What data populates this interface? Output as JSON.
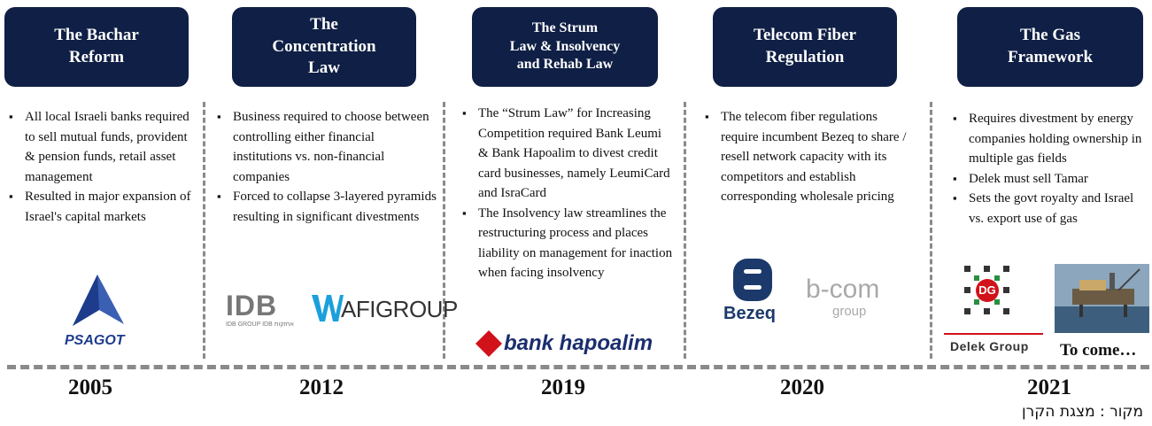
{
  "columns": [
    {
      "title": "The Bachar\nReform",
      "year": "2005",
      "bullets": [
        "All local Israeli banks required to sell mutual funds, provident & pension funds, retail asset management",
        "Resulted in major expansion of Israel's capital markets"
      ],
      "logos": [
        "PSAGOT"
      ]
    },
    {
      "title": "The\nConcentration\nLaw",
      "year": "2012",
      "bullets": [
        "Business required to choose between controlling either financial institutions vs. non-financial companies",
        "Forced to collapse 3-layered pyramids resulting in significant divestments"
      ],
      "logos": [
        "IDB",
        "IDB GROUP IDB אחזקות",
        "AFIGROUP"
      ]
    },
    {
      "title": "The Strum\nLaw & Insolvency\nand Rehab Law",
      "year": "2019",
      "bullets": [
        "The “Strum Law” for Increasing Competition required Bank Leumi & Bank Hapoalim to divest credit card businesses, namely LeumiCard and IsraCard",
        "The Insolvency law streamlines the restructuring process and places liability on management for inaction when facing insolvency"
      ],
      "logos": [
        "bank hapoalim"
      ]
    },
    {
      "title": "Telecom Fiber\nRegulation",
      "year": "2020",
      "bullets": [
        "The telecom fiber regulations require incumbent Bezeq to share / resell network capacity with its competitors and establish corresponding wholesale pricing"
      ],
      "logos": [
        "Bezeq",
        "b-com",
        "group"
      ]
    },
    {
      "title": "The Gas\nFramework",
      "year": "2021",
      "bullets": [
        "Requires divestment by energy companies holding ownership in multiple gas fields",
        "Delek must sell Tamar",
        "Sets the govt royalty and Israel vs. export use of gas"
      ],
      "logos": [
        "DG",
        "Delek Group"
      ],
      "note": "To come…"
    }
  ],
  "source": "מקור : מצגת הקרן",
  "colors": {
    "header_bg": "#0f1f45",
    "hapoalim_red": "#d1121b",
    "dashes": "#8a8a8a"
  }
}
